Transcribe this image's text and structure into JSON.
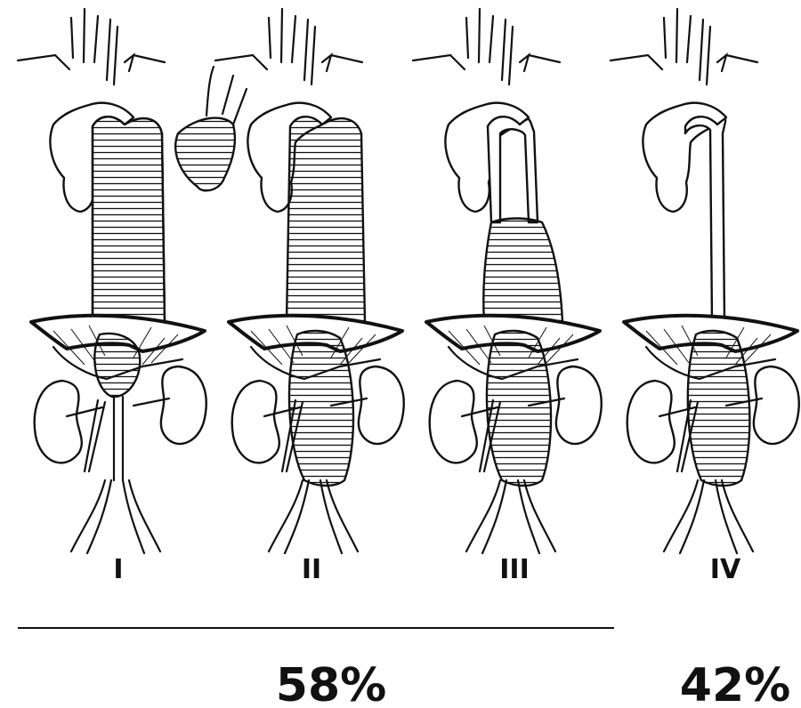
{
  "figure": {
    "panels": [
      {
        "label": "I"
      },
      {
        "label": "II"
      },
      {
        "label": "III"
      },
      {
        "label": "IV"
      }
    ],
    "groups": [
      {
        "percent": "58%"
      },
      {
        "percent": "42%"
      }
    ]
  }
}
